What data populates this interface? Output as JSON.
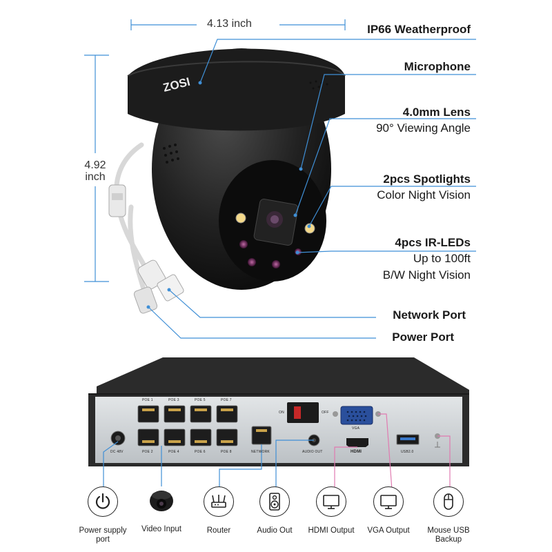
{
  "dimensions": {
    "width_label": "4.13 inch",
    "height_label_line1": "4.92",
    "height_label_line2": "inch"
  },
  "brand_logo": "ZOSI",
  "features": [
    {
      "title": "IP66 Weatherproof",
      "subtitle": ""
    },
    {
      "title": "Microphone",
      "subtitle": ""
    },
    {
      "title": "4.0mm Lens",
      "subtitle": "90° Viewing Angle"
    },
    {
      "title": "2pcs Spotlights",
      "subtitle": "Color Night Vision"
    },
    {
      "title": "4pcs IR-LEDs",
      "subtitle": "Up to 100ft",
      "subtitle2": "B/W Night Vision"
    },
    {
      "title": "Network Port",
      "subtitle": ""
    },
    {
      "title": "Power Port",
      "subtitle": ""
    }
  ],
  "nvr": {
    "poe_top": [
      "POE 1",
      "POE 3",
      "POE 5",
      "POE 7"
    ],
    "poe_bottom": [
      "POE 2",
      "POE 4",
      "POE 6",
      "POE 8"
    ],
    "dc_label": "DC 48V",
    "network_label": "NETWORK",
    "audio_label": "AUDIO OUT",
    "on_label": "ON",
    "off_label": "OFF",
    "vga_label": "VGA",
    "hdmi_label": "HDMI",
    "usb_label": "USB2.0"
  },
  "bottom_items": [
    {
      "icon": "power-icon",
      "label": "Power supply port"
    },
    {
      "icon": "camera-icon",
      "label": "Video Input"
    },
    {
      "icon": "router-icon",
      "label": "Router"
    },
    {
      "icon": "speaker-icon",
      "label": "Audio Out"
    },
    {
      "icon": "monitor-icon",
      "label": "HDMI Output"
    },
    {
      "icon": "monitor-icon",
      "label": "VGA Output"
    },
    {
      "icon": "mouse-icon",
      "label": "Mouse USB Backup"
    }
  ],
  "colors": {
    "leader_line": "#3f8fd6",
    "pink_line": "#e07ab0",
    "nvr_body": "#2b2b2b",
    "nvr_panel": "#cfd3d6"
  }
}
